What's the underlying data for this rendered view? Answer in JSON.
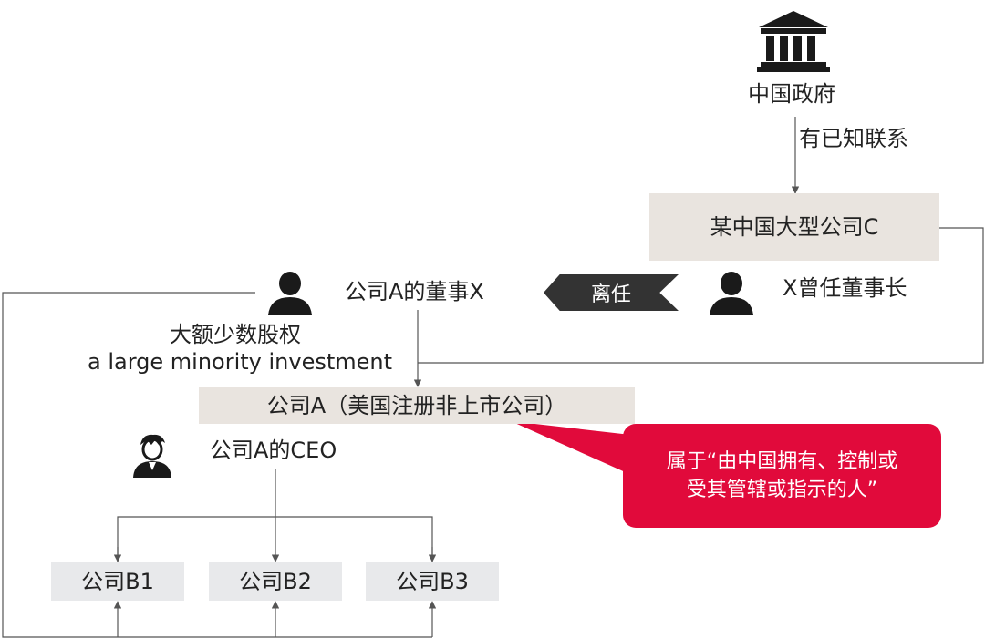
{
  "nodes": {
    "government": "中国政府",
    "known_link": "有已知联系",
    "company_c": "某中国大型公司C",
    "director_x": "公司A的董事X",
    "leave_tag": "离任",
    "former_chair": "X曾任董事长",
    "stake_cn": "大额少数股权",
    "stake_en": "a large minority investment",
    "company_a": "公司A（美国注册非上市公司）",
    "ceo": "公司A的CEO",
    "callout_line1": "属于“由中国拥有、控制或",
    "callout_line2": "受其管辖或指示的人”",
    "subsidiaries": [
      "公司B1",
      "公司B2",
      "公司B3"
    ]
  },
  "icons": [
    "bank-building-icon",
    "person-icon",
    "person-icon",
    "ceo-person-icon"
  ],
  "colors": {
    "callout": "#e10a3b",
    "leave_tag": "#333333",
    "box_beige": "#e9e4df",
    "box_gray": "#e8e9eb",
    "line": "#555555"
  }
}
